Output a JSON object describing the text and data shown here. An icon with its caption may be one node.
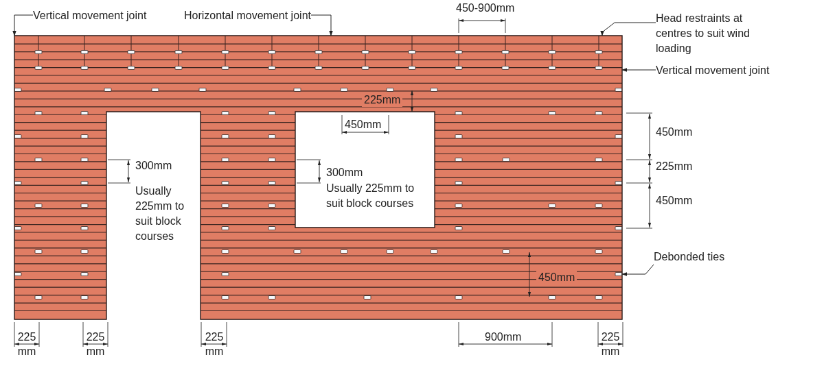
{
  "diagram": {
    "nodes": [
      {
        "text": [
          "Vertical movement joint"
        ]
      },
      {
        "text": [
          "Horizontal movement joint"
        ]
      },
      {
        "text": [
          "Head restraints at centres to suit wind loading"
        ]
      },
      {
        "text": [
          "Vertical movement joint"
        ]
      },
      {
        "text": [
          "Debonded ties"
        ]
      },
      {
        "text": [],
        "shape": "picture"
      }
    ],
    "edges": [
      {
        "from": 0,
        "to": 5,
        "arrow": "to"
      },
      {
        "from": 1,
        "to": 5,
        "arrow": "to"
      },
      {
        "from": 2,
        "to": 5,
        "arrow": "to"
      },
      {
        "from": 3,
        "to": 5,
        "arrow": "to"
      },
      {
        "from": 4,
        "to": 5,
        "arrow": "to"
      }
    ],
    "labels": [
      "450-900mm",
      "225mm",
      "450mm",
      "450mm",
      "300mm",
      "225mm",
      "300mm",
      "Usually 225mm to suit block courses",
      "Usually 225mm to suit block courses",
      "450mm",
      "450mm",
      "225 mm",
      "225 mm",
      "225 mm",
      "900mm",
      "225 mm"
    ]
  }
}
